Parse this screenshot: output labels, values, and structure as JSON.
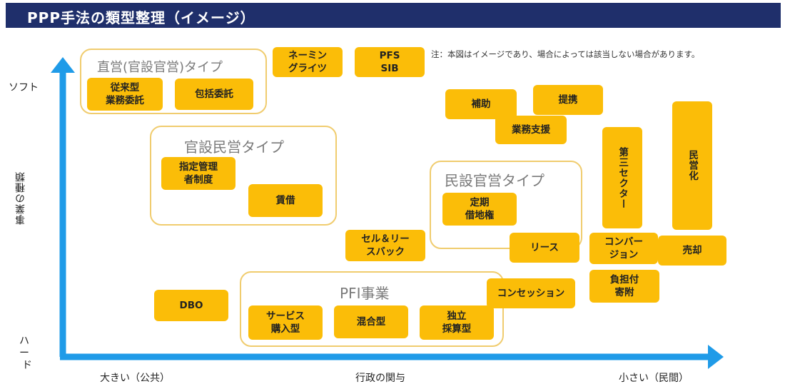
{
  "title": "PPP手法の類型整理（イメージ）",
  "note": "注：本図はイメージであり、場合によっては該当しない場合があります。",
  "axes": {
    "y_label": "事業の種類",
    "y_top": "ソフト",
    "y_bottom_line1": "ハー",
    "y_bottom_line2": "ド",
    "x_left": "大きい（公共）",
    "x_center": "行政の関与",
    "x_right": "小さい（民間）"
  },
  "groups": {
    "chokuei": "直営(官設官営)タイプ",
    "kansetsu_minei": "官設民営タイプ",
    "minsetsu_kanei": "民設官営タイプ",
    "pfi": "PFI事業"
  },
  "boxes": {
    "juurai": "従来型\n業務委託",
    "houkatsu": "包括委託",
    "naming": "ネーミン\nグライツ",
    "pfs": "PFS\nSIB",
    "shitei": "指定管理\n者制度",
    "chintai": "賃借",
    "hojo": "補助",
    "teikei": "提携",
    "gyomu_shien": "業務支援",
    "daisan": "第三セクター",
    "minei": "民営化",
    "teiki": "定期\n借地権",
    "lease": "リース",
    "sale_leaseback": "セル＆リー\nスバック",
    "conversion": "コンバー\nジョン",
    "baikyaku": "売却",
    "futan": "負担付\n寄附",
    "concession": "コンセッション",
    "dbo": "DBO",
    "service": "サービス\n購入型",
    "kongo": "混合型",
    "dokuritsu": "独立\n採算型"
  }
}
